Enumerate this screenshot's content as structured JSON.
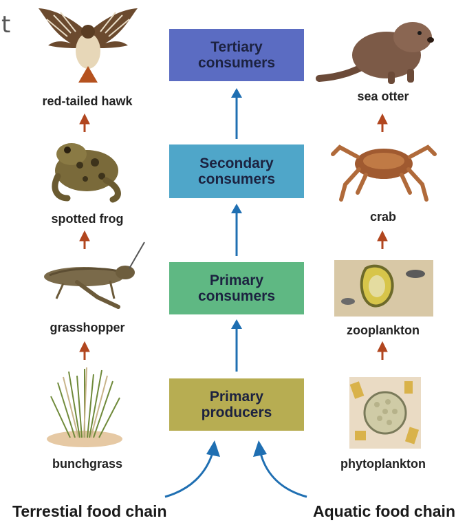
{
  "stray_glyph": "t",
  "colors": {
    "tertiary": "#5b6cc2",
    "secondary": "#4fa6c9",
    "primary_consumers": "#5fb883",
    "producers": "#b7ad52",
    "blue_arrow": "#1f6fb2",
    "red_arrow": "#b1461f"
  },
  "levels": {
    "tertiary": "Tertiary\nconsumers",
    "secondary": "Secondary\nconsumers",
    "primary_consumers": "Primary\nconsumers",
    "producers": "Primary\nproducers"
  },
  "terrestrial": {
    "title": "Terrestial food chain",
    "items": [
      {
        "label": "red-tailed hawk",
        "icon": "hawk-icon"
      },
      {
        "label": "spotted frog",
        "icon": "frog-icon"
      },
      {
        "label": "grasshopper",
        "icon": "grasshopper-icon"
      },
      {
        "label": "bunchgrass",
        "icon": "grass-icon"
      }
    ]
  },
  "aquatic": {
    "title": "Aquatic food chain",
    "items": [
      {
        "label": "sea otter",
        "icon": "otter-icon"
      },
      {
        "label": "crab",
        "icon": "crab-icon"
      },
      {
        "label": "zooplankton",
        "icon": "zooplankton-icon"
      },
      {
        "label": "phytoplankton",
        "icon": "phytoplankton-icon"
      }
    ]
  }
}
